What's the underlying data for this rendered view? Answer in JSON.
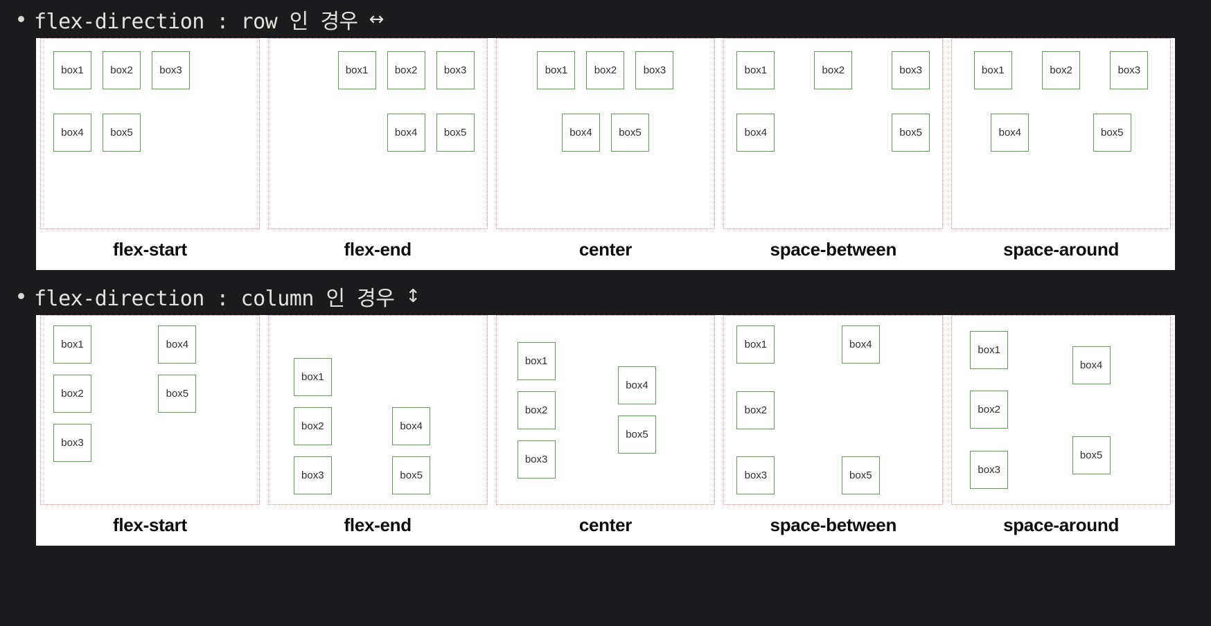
{
  "sections": [
    {
      "id": "row",
      "heading": {
        "bullet": "bullet-dot",
        "text": "flex-direction : row 인 경우",
        "arrow": "↔",
        "arrow_icon_name": "left-right-arrow-icon"
      },
      "panels": [
        {
          "justify": "flex-start",
          "caption": "flex-start",
          "lines": [
            [
              "box1",
              "box2",
              "box3"
            ],
            [
              "box4",
              "box5"
            ]
          ]
        },
        {
          "justify": "flex-end",
          "caption": "flex-end",
          "lines": [
            [
              "box1",
              "box2",
              "box3"
            ],
            [
              "box4",
              "box5"
            ]
          ]
        },
        {
          "justify": "center",
          "caption": "center",
          "lines": [
            [
              "box1",
              "box2",
              "box3"
            ],
            [
              "box4",
              "box5"
            ]
          ]
        },
        {
          "justify": "space-between",
          "caption": "space-between",
          "lines": [
            [
              "box1",
              "box2",
              "box3"
            ],
            [
              "box4",
              "box5"
            ]
          ]
        },
        {
          "justify": "space-around",
          "caption": "space-around",
          "lines": [
            [
              "box1",
              "box2",
              "box3"
            ],
            [
              "box4",
              "box5"
            ]
          ]
        }
      ]
    },
    {
      "id": "column",
      "heading": {
        "bullet": "bullet-dot",
        "text": "flex-direction : column 인 경우",
        "arrow": "↕",
        "arrow_icon_name": "up-down-arrow-icon"
      },
      "panels": [
        {
          "justify": "flex-start",
          "caption": "flex-start",
          "columns": [
            [
              "box1",
              "box2",
              "box3"
            ],
            [
              "box4",
              "box5"
            ]
          ]
        },
        {
          "justify": "flex-end",
          "caption": "flex-end",
          "columns": [
            [
              "box1",
              "box2",
              "box3"
            ],
            [
              "box4",
              "box5"
            ]
          ]
        },
        {
          "justify": "center",
          "caption": "center",
          "columns": [
            [
              "box1",
              "box2",
              "box3"
            ],
            [
              "box4",
              "box5"
            ]
          ]
        },
        {
          "justify": "space-between",
          "caption": "space-between",
          "columns": [
            [
              "box1",
              "box2",
              "box3"
            ],
            [
              "box4",
              "box5"
            ]
          ]
        },
        {
          "justify": "space-around",
          "caption": "space-around",
          "columns": [
            [
              "box1",
              "box2",
              "box3"
            ],
            [
              "box4",
              "box5"
            ]
          ]
        }
      ]
    }
  ],
  "colors": {
    "background": "#1b1b1d",
    "card": "#ffffff",
    "box_border": "#5e9e52",
    "container_border": "#ef8a8a",
    "heading_text": "#e3e3dd",
    "caption_text": "#0d0d0d"
  }
}
